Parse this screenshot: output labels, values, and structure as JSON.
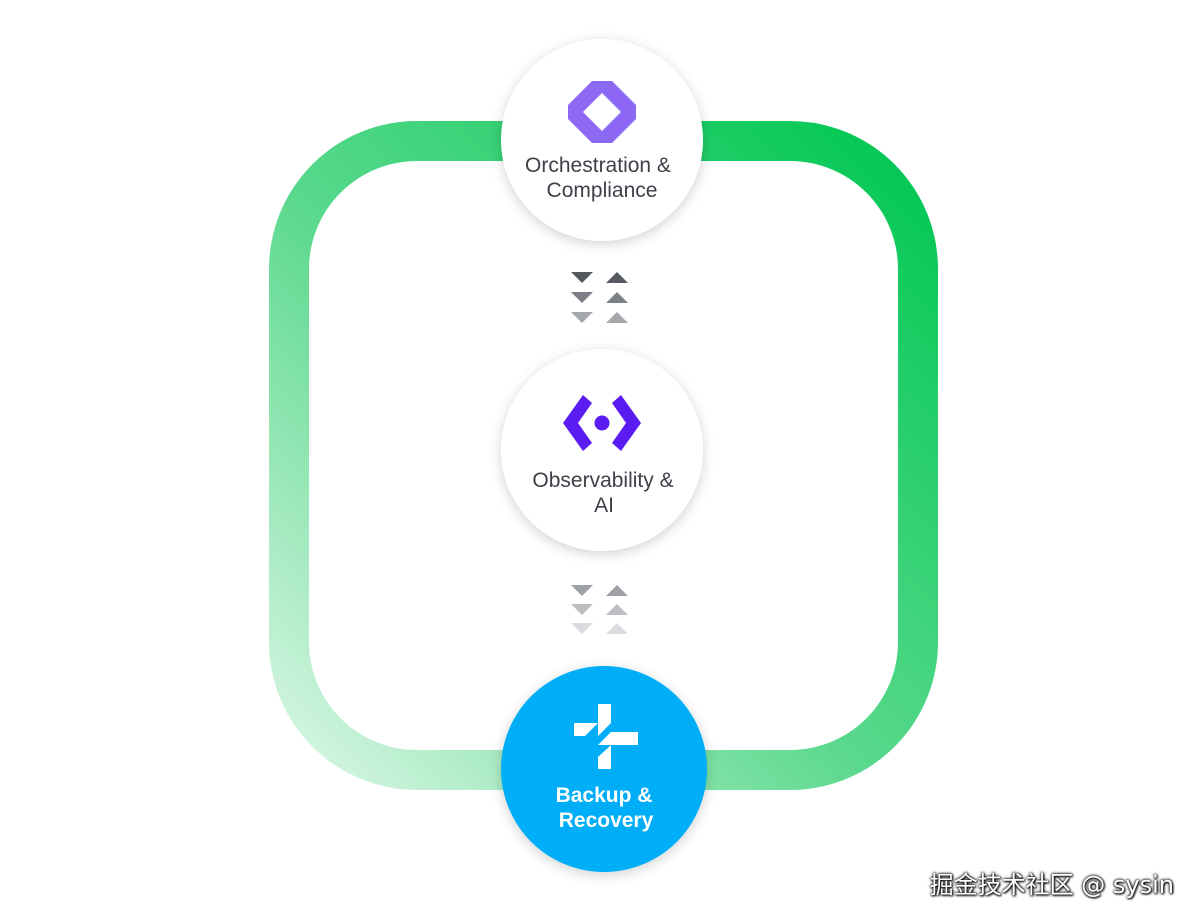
{
  "diagram": {
    "nodes": [
      {
        "id": "orchestration",
        "label_line1": "Orchestration &",
        "label_line2": "Compliance",
        "icon": "diamond-octagon-icon",
        "background": "#ffffff",
        "icon_color": "#8c68f4"
      },
      {
        "id": "observability",
        "label_line1": "Observability &",
        "label_line2": "AI",
        "icon": "bracket-dot-icon",
        "background": "#ffffff",
        "icon_color": "#5a1cf0"
      },
      {
        "id": "backup",
        "label_line1": "Backup &",
        "label_line2": "Recovery",
        "icon": "plus-cross-icon",
        "background": "#00aef8",
        "icon_color": "#ffffff"
      }
    ],
    "loop_color": "#00c752",
    "arrow_color": "#6e6e6e"
  },
  "watermark": "掘金技术社区 @ sysin"
}
